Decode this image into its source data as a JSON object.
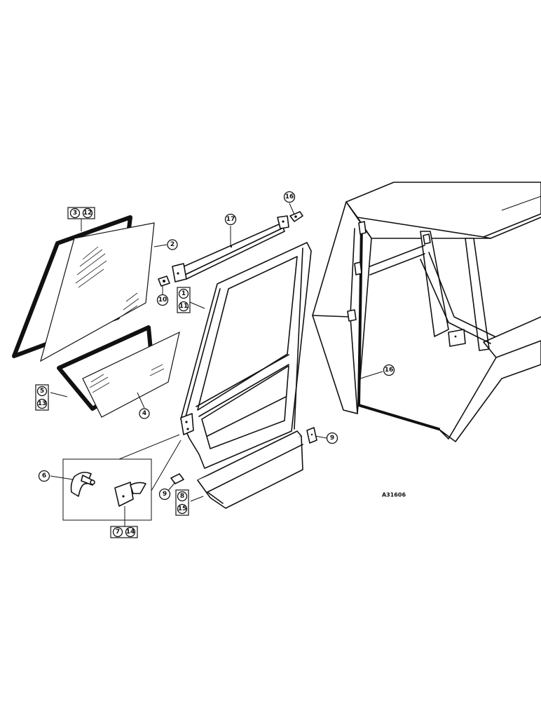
{
  "callouts": {
    "c1": "1",
    "c11": "11",
    "c2": "2",
    "c3": "3",
    "c12": "12",
    "c4": "4",
    "c5": "5",
    "c13": "13",
    "c6": "6",
    "c7": "7",
    "c14": "14",
    "c8": "8",
    "c15": "15",
    "c9a": "9",
    "c9b": "9",
    "c10": "10",
    "c16a": "16",
    "c16b": "16",
    "c17": "17"
  },
  "drawing_code": "A31606"
}
